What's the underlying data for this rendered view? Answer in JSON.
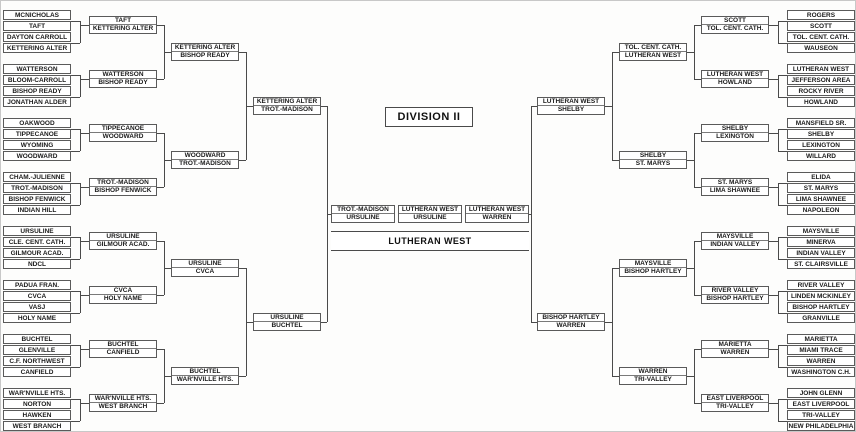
{
  "title": "DIVISION II",
  "champion": "LUTHERAN WEST",
  "center": {
    "semifinal_left": [
      "TROT.-MADISON",
      "URSULINE"
    ],
    "final": [
      "LUTHERAN WEST",
      "URSULINE"
    ],
    "semifinal_right": [
      "LUTHERAN WEST",
      "WARREN"
    ]
  },
  "left": {
    "round1": [
      [
        "MCNICHOLAS",
        "TAFT",
        "DAYTON CARROLL",
        "KETTERING ALTER"
      ],
      [
        "WATTERSON",
        "BLOOM-CARROLL",
        "BISHOP READY",
        "JONATHAN ALDER"
      ],
      [
        "OAKWOOD",
        "TIPPECANOE",
        "WYOMING",
        "WOODWARD"
      ],
      [
        "CHAM.-JULIENNE",
        "TROT.-MADISON",
        "BISHOP FENWICK",
        "INDIAN HILL"
      ],
      [
        "URSULINE",
        "CLE. CENT. CATH.",
        "GILMOUR ACAD.",
        "NDCL"
      ],
      [
        "PADUA FRAN.",
        "CVCA",
        "VASJ",
        "HOLY NAME"
      ],
      [
        "BUCHTEL",
        "GLENVILLE",
        "C.F. NORTHWEST",
        "CANFIELD"
      ],
      [
        "WAR'NVILLE HTS.",
        "NORTON",
        "HAWKEN",
        "WEST BRANCH"
      ]
    ],
    "round2": [
      [
        "TAFT",
        "KETTERING ALTER"
      ],
      [
        "WATTERSON",
        "BISHOP READY"
      ],
      [
        "TIPPECANOE",
        "WOODWARD"
      ],
      [
        "TROT.-MADISON",
        "BISHOP FENWICK"
      ],
      [
        "URSULINE",
        "GILMOUR ACAD."
      ],
      [
        "CVCA",
        "HOLY NAME"
      ],
      [
        "BUCHTEL",
        "CANFIELD"
      ],
      [
        "WAR'NVILLE HTS.",
        "WEST BRANCH"
      ]
    ],
    "round3": [
      [
        "KETTERING ALTER",
        "BISHOP READY"
      ],
      [
        "WOODWARD",
        "TROT.-MADISON"
      ],
      [
        "URSULINE",
        "CVCA"
      ],
      [
        "BUCHTEL",
        "WAR'NVILLE HTS."
      ]
    ],
    "round4": [
      [
        "KETTERING ALTER",
        "TROT.-MADISON"
      ],
      [
        "URSULINE",
        "BUCHTEL"
      ]
    ]
  },
  "right": {
    "round1": [
      [
        "ROGERS",
        "SCOTT",
        "TOL. CENT. CATH.",
        "WAUSEON"
      ],
      [
        "LUTHERAN WEST",
        "JEFFERSON AREA",
        "ROCKY RIVER",
        "HOWLAND"
      ],
      [
        "MANSFIELD SR.",
        "SHELBY",
        "LEXINGTON",
        "WILLARD"
      ],
      [
        "ELIDA",
        "ST. MARYS",
        "LIMA SHAWNEE",
        "NAPOLEON"
      ],
      [
        "MAYSVILLE",
        "MINERVA",
        "INDIAN VALLEY",
        "ST. CLAIRSVILLE"
      ],
      [
        "RIVER VALLEY",
        "LINDEN MCKINLEY",
        "BISHOP HARTLEY",
        "GRANVILLE"
      ],
      [
        "MARIETTA",
        "MIAMI TRACE",
        "WARREN",
        "WASHINGTON C.H."
      ],
      [
        "JOHN GLENN",
        "EAST LIVERPOOL",
        "TRI-VALLEY",
        "NEW PHILADELPHIA"
      ]
    ],
    "round2": [
      [
        "SCOTT",
        "TOL. CENT. CATH."
      ],
      [
        "LUTHERAN WEST",
        "HOWLAND"
      ],
      [
        "SHELBY",
        "LEXINGTON"
      ],
      [
        "ST. MARYS",
        "LIMA SHAWNEE"
      ],
      [
        "MAYSVILLE",
        "INDIAN VALLEY"
      ],
      [
        "RIVER VALLEY",
        "BISHOP HARTLEY"
      ],
      [
        "MARIETTA",
        "WARREN"
      ],
      [
        "EAST LIVERPOOL",
        "TRI-VALLEY"
      ]
    ],
    "round3": [
      [
        "TOL. CENT. CATH.",
        "LUTHERAN WEST"
      ],
      [
        "SHELBY",
        "ST. MARYS"
      ],
      [
        "MAYSVILLE",
        "BISHOP HARTLEY"
      ],
      [
        "WARREN",
        "TRI-VALLEY"
      ]
    ],
    "round4": [
      [
        "LUTHERAN WEST",
        "SHELBY"
      ],
      [
        "BISHOP HARTLEY",
        "WARREN"
      ]
    ]
  }
}
